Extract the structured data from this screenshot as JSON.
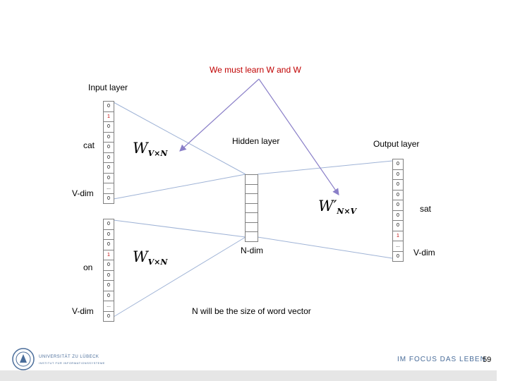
{
  "note": "We must learn W and W",
  "input_layer_label": "Input layer",
  "hidden_layer_label": "Hidden layer",
  "output_layer_label": "Output layer",
  "word1": "cat",
  "word2": "on",
  "vdim": "V-dim",
  "ndim": "N-dim",
  "sat": "sat",
  "weight_w": "W",
  "weight_w_sub": "V×N",
  "weight_wprime": "W′",
  "weight_wprime_sub": "N×V",
  "n_note": "N will be the size of word vector",
  "vector1": [
    "0",
    "1",
    "0",
    "0",
    "0",
    "0",
    "0",
    "0",
    "...",
    "0"
  ],
  "vector2": [
    "0",
    "0",
    "0",
    "1",
    "0",
    "0",
    "0",
    "0",
    "...",
    "0"
  ],
  "output_vector": [
    "0",
    "0",
    "0",
    "0",
    "0",
    "0",
    "0",
    "1",
    "...",
    "0"
  ],
  "hidden_cells": 7,
  "footer_logo_name": "UNIVERSITÄT ZU LÜBECK",
  "footer_logo_sub": "INSTITUT FÜR INFORMATIONSSYSTEME",
  "footer_slogan": "IM FOCUS DAS LEBEN",
  "page_number": "59",
  "colors": {
    "accent_red": "#c00000",
    "connector_blue": "#9fb3d6",
    "arrow_purple": "#8a7fc8"
  }
}
